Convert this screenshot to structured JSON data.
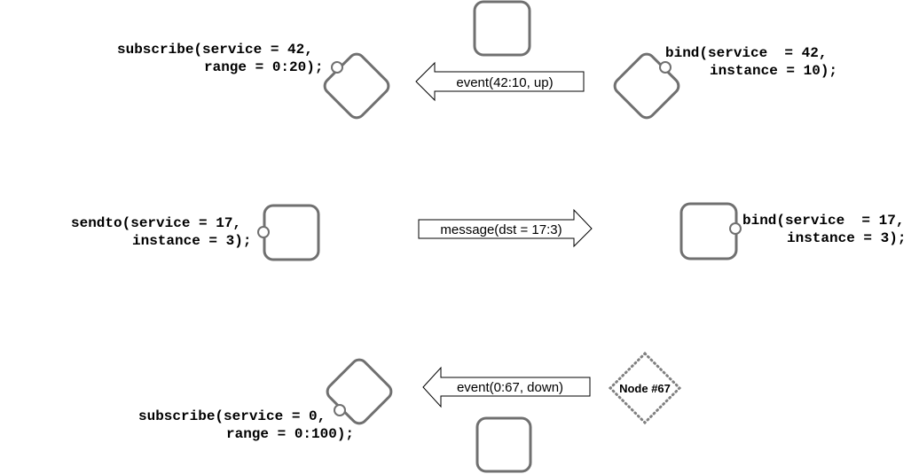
{
  "rows": {
    "top": {
      "left_code": [
        "subscribe(service = 42,",
        "range = 0:20);"
      ],
      "arrow_label": "event(42:10, up)",
      "right_code": [
        "bind(service  = 42,",
        "instance = 10);"
      ]
    },
    "middle": {
      "left_code": [
        "sendto(service = 17,",
        "instance = 3);"
      ],
      "arrow_label": "message(dst = 17:3)",
      "right_code": [
        "bind(service  = 17,",
        "instance = 3);"
      ]
    },
    "bottom": {
      "left_code": [
        "subscribe(service = 0,",
        "range = 0:100);"
      ],
      "arrow_label": "event(0:67, down)",
      "node_label": "Node #67"
    }
  }
}
